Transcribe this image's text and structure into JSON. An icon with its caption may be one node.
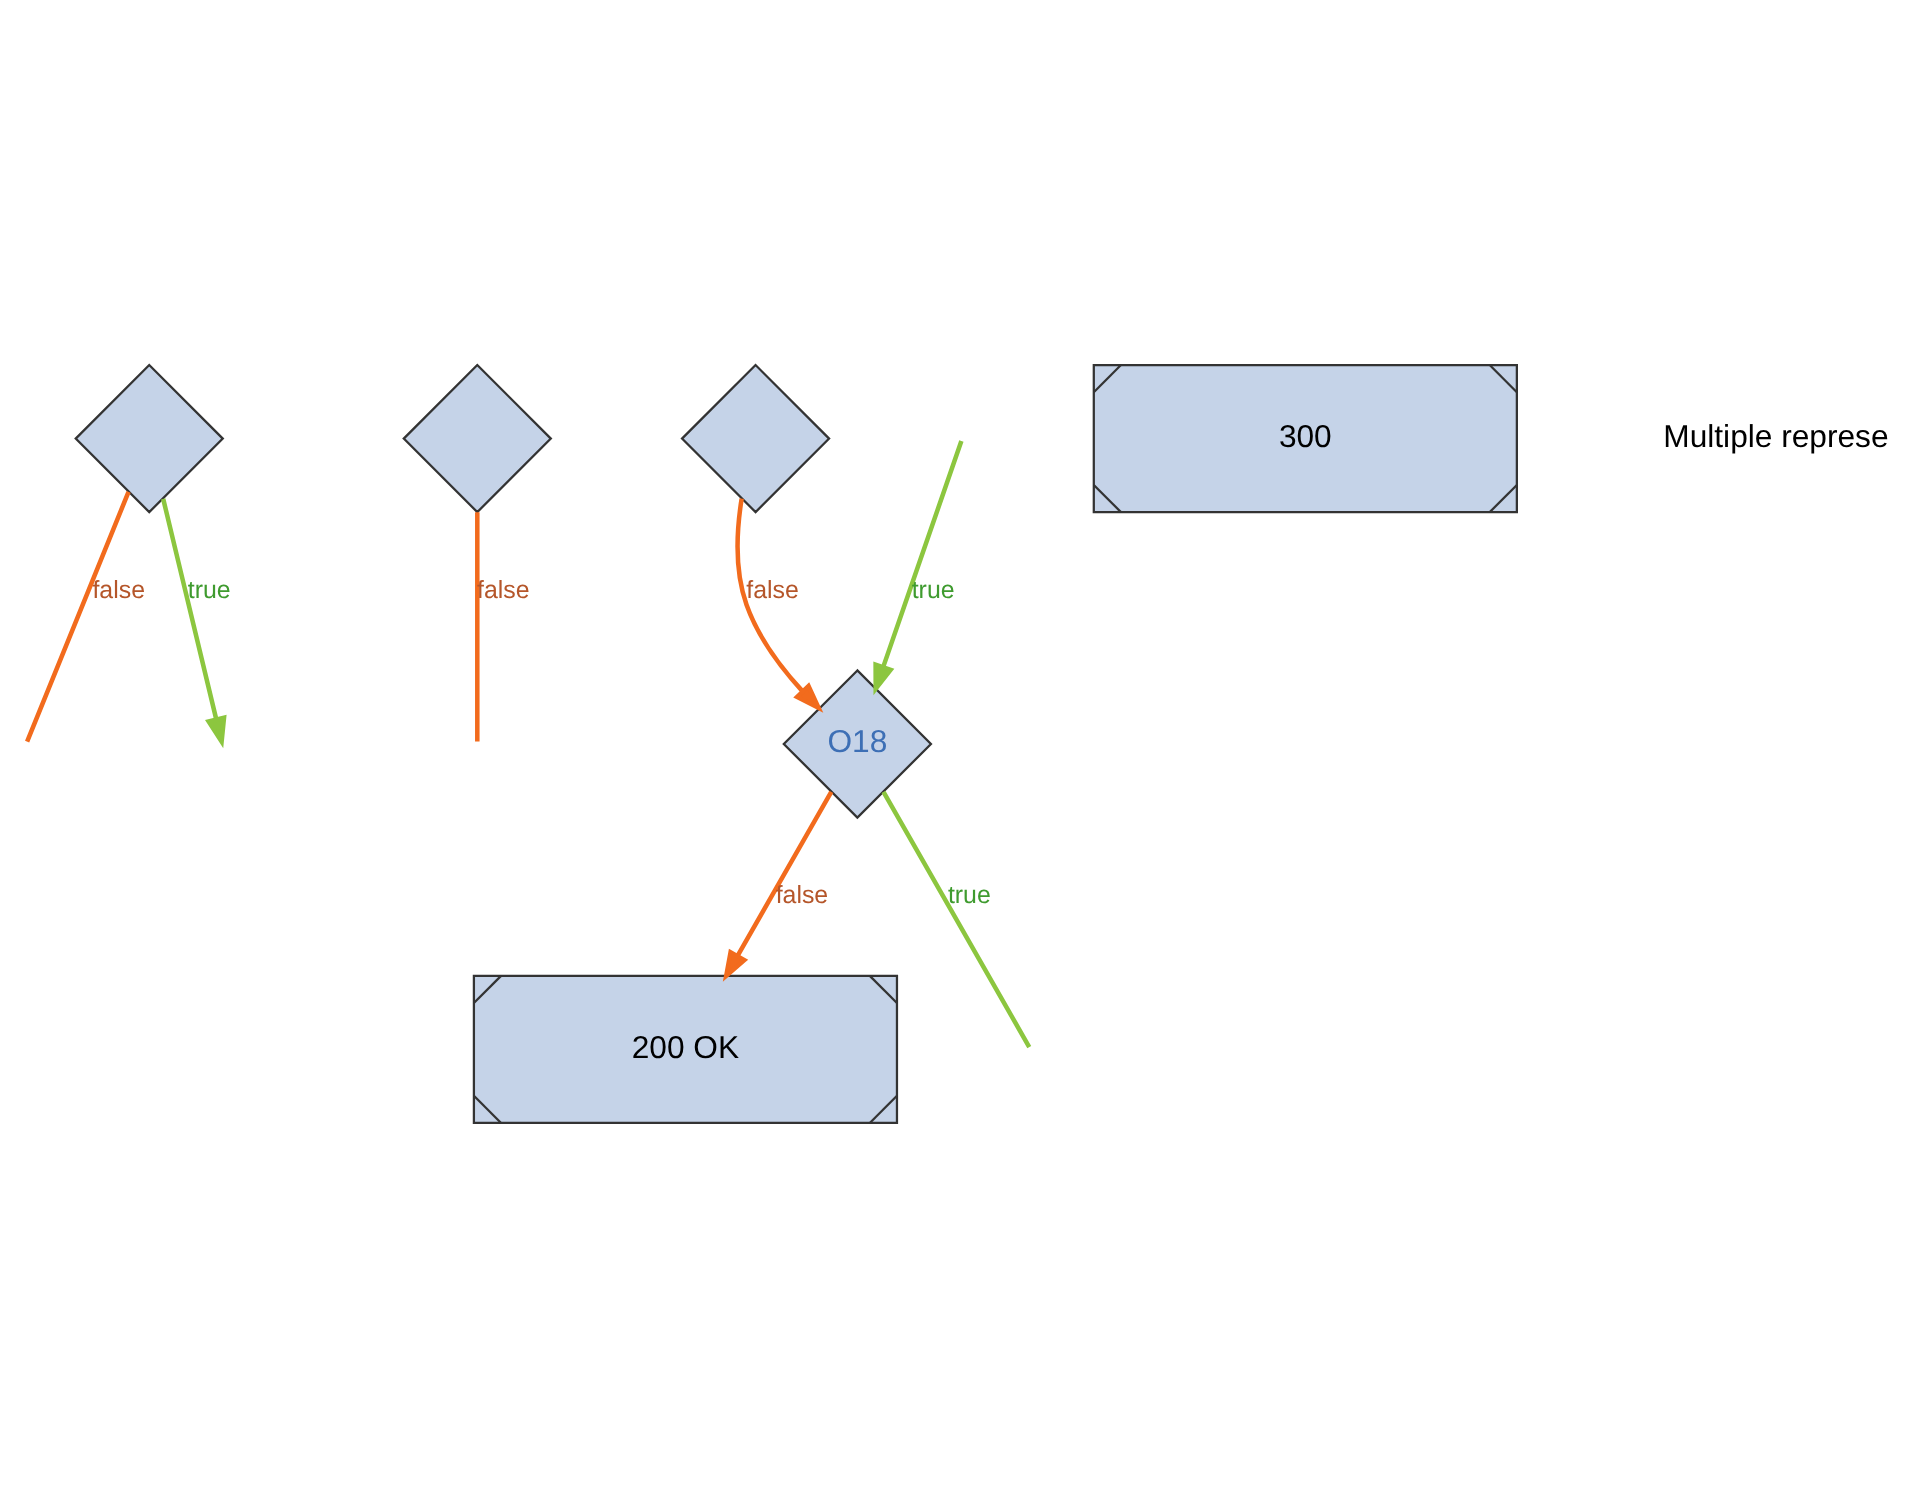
{
  "diagram": {
    "nodes": [
      {
        "text": [],
        "shape": "diamond"
      },
      {
        "text": [],
        "shape": "diamond"
      },
      {
        "text": [],
        "shape": "diamond"
      },
      {
        "text": [
          "200 OK"
        ]
      },
      {
        "text": [
          "O18"
        ]
      },
      {
        "text": [
          "300"
        ]
      }
    ],
    "edges": [
      {
        "from": 0,
        "to": null,
        "arrow": "none",
        "label": "false"
      },
      {
        "from": 1,
        "to": null,
        "arrow": "none",
        "label": "false"
      },
      {
        "from": 0,
        "to": null,
        "arrow": "to",
        "label": "true",
        "color": "#8cc63f"
      },
      {
        "from": 2,
        "to": 4,
        "arrow": "to",
        "label": "false"
      },
      {
        "from": 4,
        "to": 3,
        "arrow": "to",
        "label": "false"
      },
      {
        "from": 4,
        "to": null,
        "arrow": "none",
        "label": "true",
        "color": "#8cc63f"
      },
      {
        "from": null,
        "to": 4,
        "arrow": "to",
        "label": "true",
        "color": "#8cc63f"
      }
    ],
    "labels": [
      "Multiple represe"
    ]
  }
}
